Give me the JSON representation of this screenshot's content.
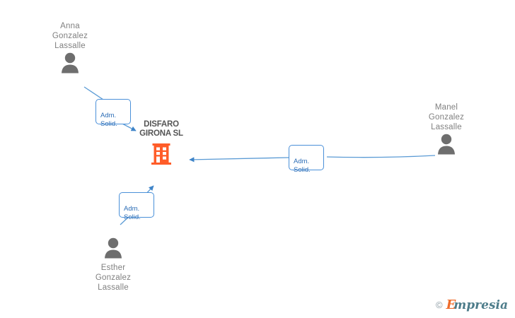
{
  "diagram": {
    "title": "DISFARO GIRONA SL corporate relations chart",
    "background_color": "#ffffff",
    "company": {
      "name": "DISFARO\nGIRONA SL",
      "icon": "building-icon",
      "icon_color": "#FF5C28",
      "label_color": "#555555"
    },
    "people": [
      {
        "id": "anna",
        "name": "Anna\nGonzalez\nLassalle",
        "icon": "person-icon",
        "icon_color": "#6e6e6e",
        "label_color": "#808080"
      },
      {
        "id": "manel",
        "name": "Manel\nGonzalez\nLassalle",
        "icon": "person-icon",
        "icon_color": "#6e6e6e",
        "label_color": "#808080"
      },
      {
        "id": "esther",
        "name": "Esther\nGonzalez\nLassalle",
        "icon": "person-icon",
        "icon_color": "#6e6e6e",
        "label_color": "#808080"
      }
    ],
    "relations": [
      {
        "id": "anna-rel",
        "from": "anna",
        "to": "company",
        "label": "Adm.\nSolid."
      },
      {
        "id": "manel-rel",
        "from": "manel",
        "to": "company",
        "label": "Adm.\nSolid."
      },
      {
        "id": "esther-rel",
        "from": "esther",
        "to": "company",
        "label": "Adm.\nSolid."
      }
    ],
    "edge_color": "#5b9bd5",
    "relation_box": {
      "border_color": "#4a90d9",
      "text_color": "#2b6cb5",
      "fill_color": "#ffffff"
    }
  },
  "watermark": {
    "copyright": "©",
    "brand_initial": "E",
    "brand_rest": "mpresia",
    "initial_color": "#ef6c2b",
    "rest_color": "#4d7c8a"
  }
}
